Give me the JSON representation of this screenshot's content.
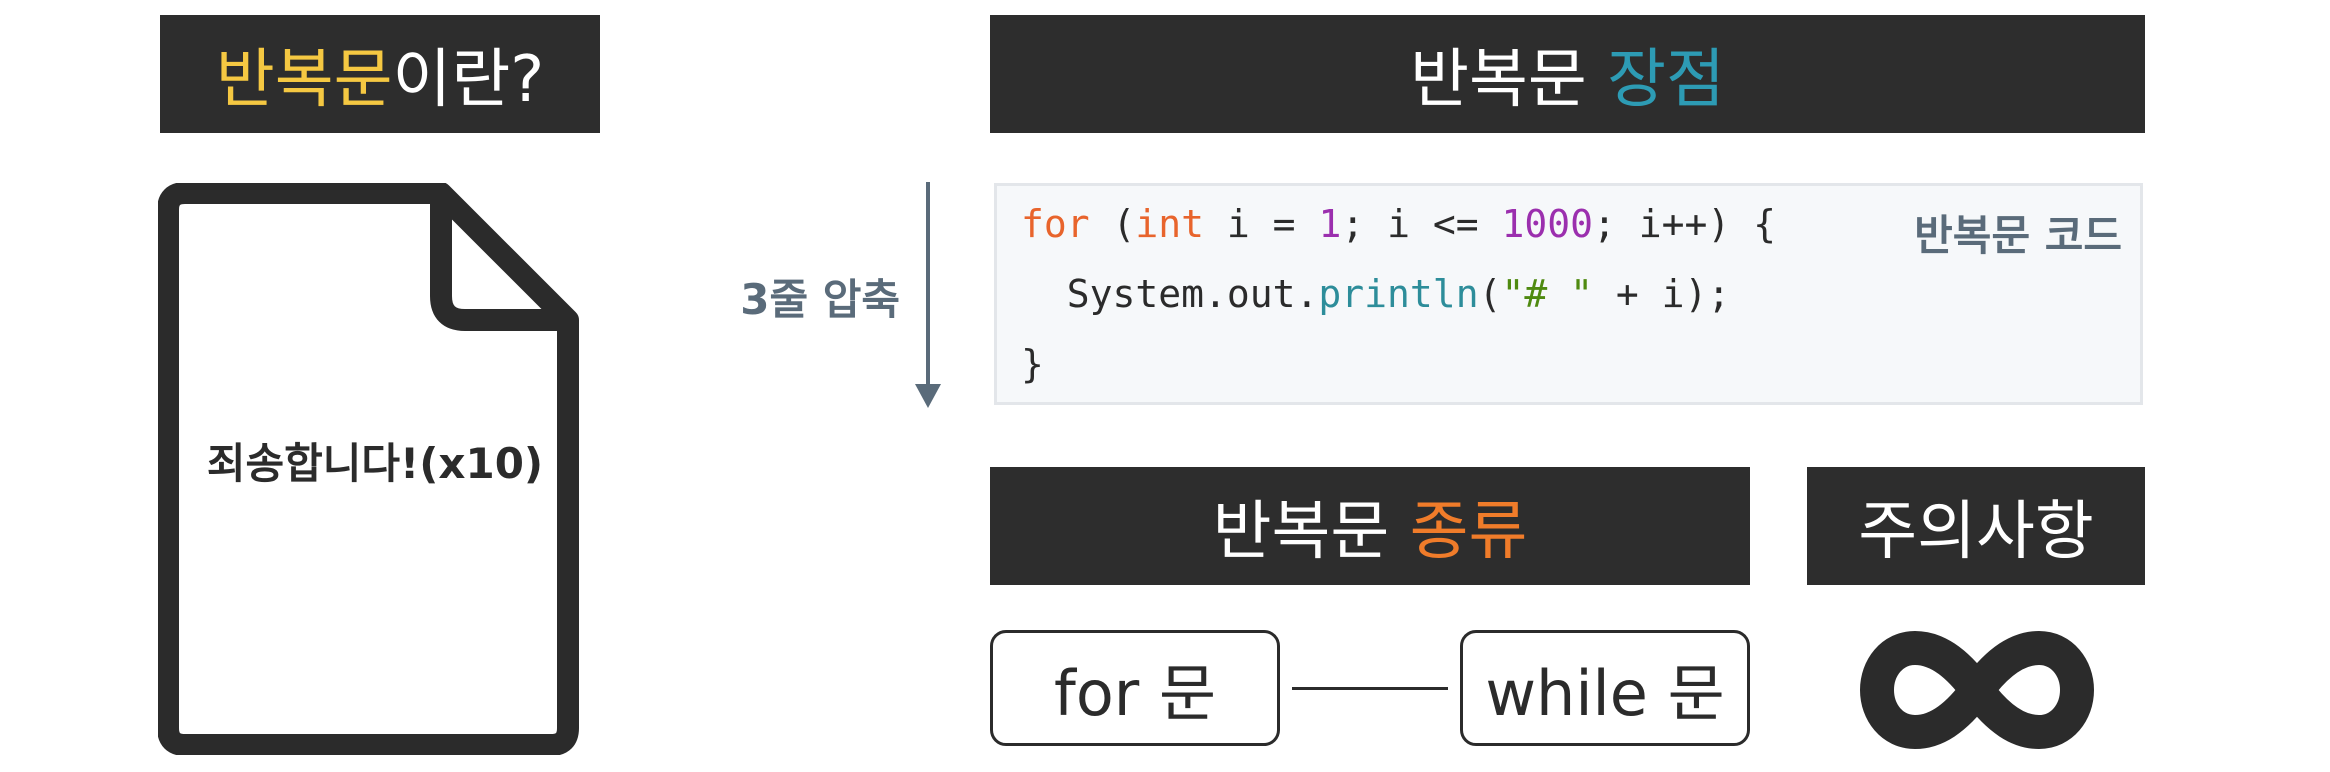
{
  "intro_banner": {
    "highlight": "반복문",
    "rest": "이란?",
    "highlight_color": "#f5c842"
  },
  "advantage_banner": {
    "base": "반복문 ",
    "highlight": "장점",
    "highlight_color": "#2d9bb4"
  },
  "types_banner": {
    "base": "반복문 ",
    "highlight": "종류",
    "highlight_color": "#f07c2a"
  },
  "caution_banner": {
    "label": "주의사항"
  },
  "document": {
    "text": "죄송합니다!(x10)",
    "icon": "document-icon"
  },
  "compression": {
    "label": "3줄 압축",
    "icon": "arrow-down-icon"
  },
  "code": {
    "caption": "반복문 코드",
    "line1": {
      "kw_for": "for",
      "t1": " (",
      "kw_int": "int",
      "t2": " i = ",
      "n1": "1",
      "t3": "; i <= ",
      "n2": "1000",
      "t4": "; i++) {"
    },
    "line2": {
      "t1": "  System.out.",
      "fn": "println",
      "t2": "(",
      "str": "\"# \"",
      "t3": " + i);"
    },
    "line3": {
      "t1": "}"
    }
  },
  "loop_types": {
    "for_label": "for 문",
    "while_label": "while 문"
  },
  "caution": {
    "icon": "infinity-icon"
  }
}
